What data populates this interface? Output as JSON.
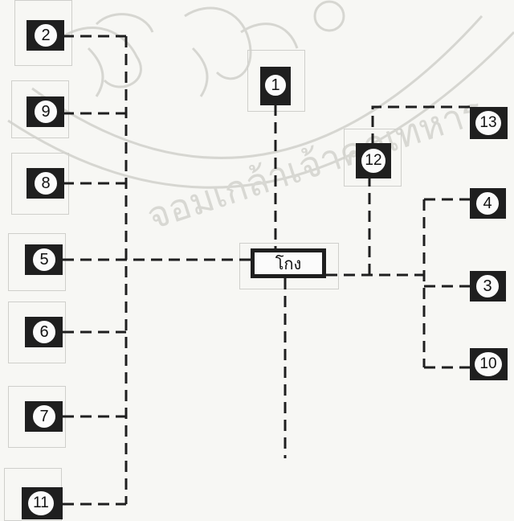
{
  "diagram": {
    "center_label": "โกง",
    "nodes": [
      {
        "id": "2",
        "label": "2"
      },
      {
        "id": "9",
        "label": "9"
      },
      {
        "id": "8",
        "label": "8"
      },
      {
        "id": "5",
        "label": "5"
      },
      {
        "id": "6",
        "label": "6"
      },
      {
        "id": "7",
        "label": "7"
      },
      {
        "id": "11",
        "label": "11"
      },
      {
        "id": "1",
        "label": "1"
      },
      {
        "id": "12",
        "label": "12"
      },
      {
        "id": "13",
        "label": "13"
      },
      {
        "id": "4",
        "label": "4"
      },
      {
        "id": "3",
        "label": "3"
      },
      {
        "id": "10",
        "label": "10"
      }
    ],
    "watermark_text": "จอมเกล้าเจ้าคุณทหาร",
    "line_color": "#1f1f1f",
    "box_color": "#1f1f1f"
  }
}
